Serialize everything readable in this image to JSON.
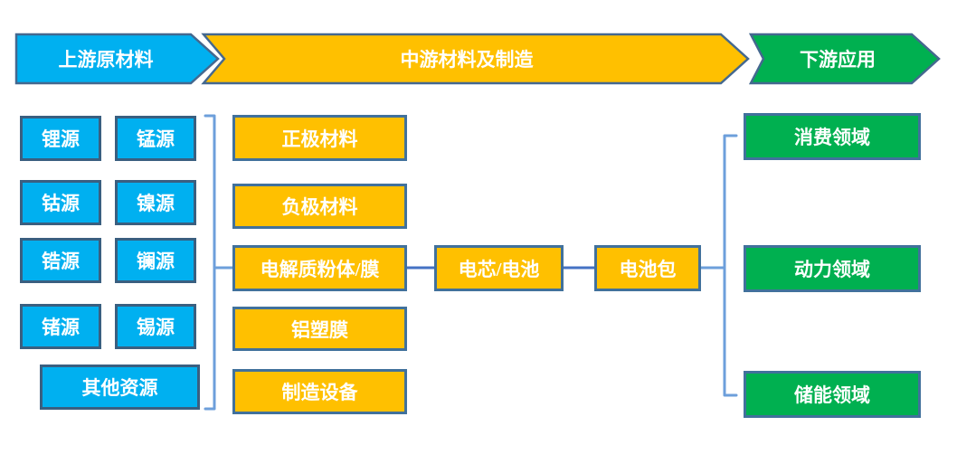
{
  "banners": [
    {
      "label": "上游原材料"
    },
    {
      "label": "中游材料及制造"
    },
    {
      "label": "下游应用"
    }
  ],
  "upstream": {
    "sources": [
      "锂源",
      "锰源",
      "钴源",
      "镍源",
      "锆源",
      "镧源",
      "锗源",
      "锡源"
    ],
    "other": "其他资源"
  },
  "midstream": {
    "materials": [
      "正极材料",
      "负极材料",
      "电解质粉体/膜",
      "铝塑膜",
      "制造设备"
    ],
    "cell": "电芯/电池",
    "pack": "电池包"
  },
  "downstream": {
    "fields": [
      "消费领域",
      "动力领域",
      "储能领域"
    ]
  },
  "colors": {
    "upstream_fill": "#00B0F0",
    "midstream_fill": "#FFC000",
    "downstream_fill": "#00B050",
    "banner_border": "#44688F",
    "box_border": "#41719C",
    "blue_box_border": "#3A5F80",
    "connector": "#4472C4",
    "bracket": "#6D9FDB",
    "text": "#FFFFFF"
  }
}
